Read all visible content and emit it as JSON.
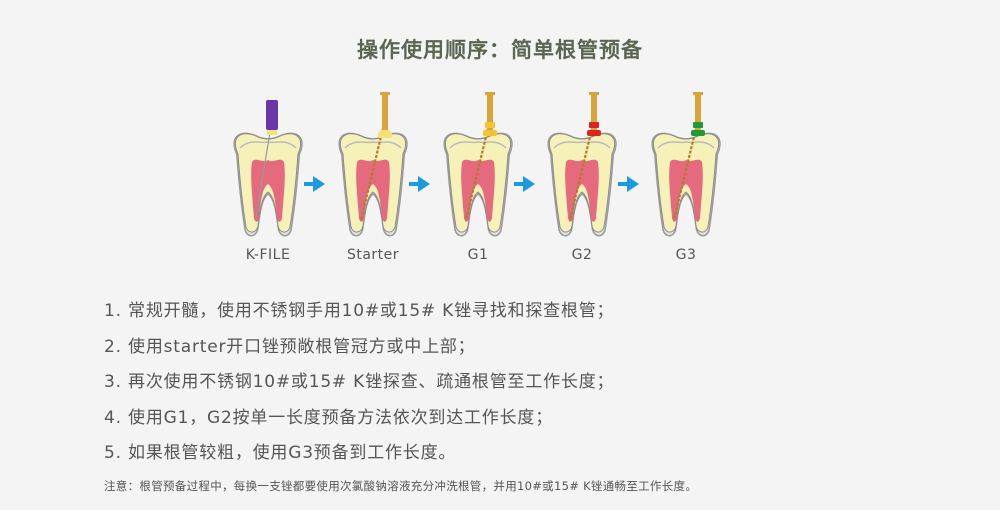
{
  "title": "操作使用顺序：简单根管预备",
  "steps": [
    {
      "label": "K-FILE",
      "handle_color": "#6a35a8",
      "ring_color": "#f1e27a"
    },
    {
      "label": "Starter",
      "handle_color": "#d9a53a",
      "ring_color": "#f1e27a"
    },
    {
      "label": "G1",
      "handle_color": "#d9a53a",
      "ring_color": "#f5c230"
    },
    {
      "label": "G2",
      "handle_color": "#d9a53a",
      "ring_color": "#d8281e"
    },
    {
      "label": "G3",
      "handle_color": "#d9a53a",
      "ring_color": "#1f9a3a"
    }
  ],
  "arrow_color": "#1a9be0",
  "instructions": [
    "1. 常规开髓，使用不锈钢手用10#或15# K锉寻找和探查根管；",
    "2. 使用starter开口锉预敞根管冠方或中上部；",
    "3. 再次使用不锈钢10#或15# K锉探查、疏通根管至工作长度；",
    "4. 使用G1，G2按单一长度预备方法依次到达工作长度；",
    "5. 如果根管较粗，使用G3预备到工作长度。"
  ],
  "note": "注意：根管预备过程中，每换一支锉都要使用次氯酸钠溶液充分冲洗根管，并用10#或15# K锉通畅至工作长度。"
}
